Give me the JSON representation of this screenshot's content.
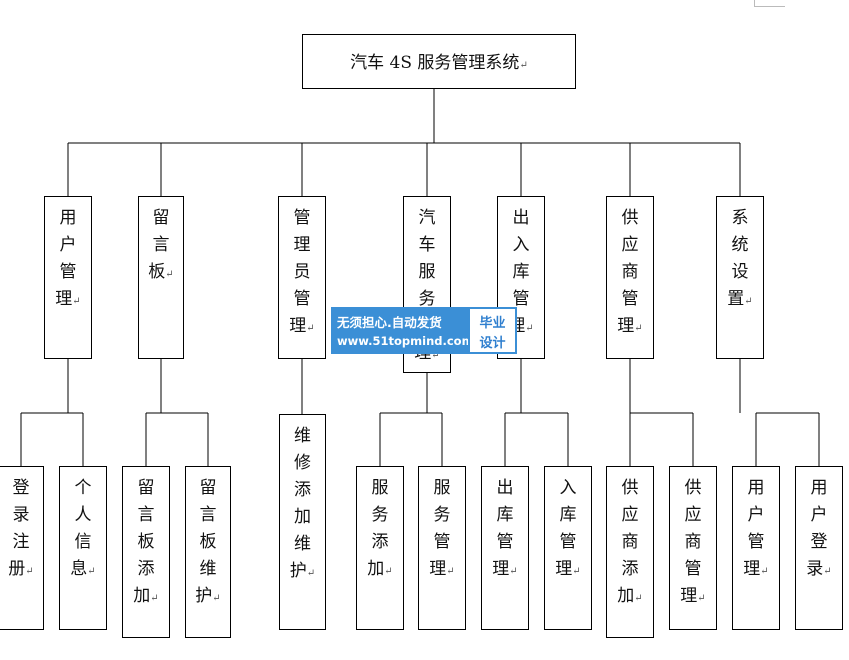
{
  "diagram": {
    "title": "汽车 4S 服务管理系统",
    "return_mark": "↵",
    "modules": [
      {
        "id": "m1",
        "label": "用户管理"
      },
      {
        "id": "m2",
        "label": "留言板"
      },
      {
        "id": "m3",
        "label": "管理员管理"
      },
      {
        "id": "m4",
        "label": "汽车服务管理"
      },
      {
        "id": "m5",
        "label": "出入库管理"
      },
      {
        "id": "m6",
        "label": "供应商管理"
      },
      {
        "id": "m7",
        "label": "系统设置"
      }
    ],
    "functions": [
      {
        "id": "f1",
        "parent": "m1",
        "label": "登录注册"
      },
      {
        "id": "f2",
        "parent": "m1",
        "label": "个人信息"
      },
      {
        "id": "f3",
        "parent": "m2",
        "label": "留言板添加"
      },
      {
        "id": "f4",
        "parent": "m2",
        "label": "留言板维护"
      },
      {
        "id": "f5",
        "parent": "m3",
        "label": "维修添加维护"
      },
      {
        "id": "f6",
        "parent": "m4",
        "label": "服务添加"
      },
      {
        "id": "f7",
        "parent": "m4",
        "label": "服务管理"
      },
      {
        "id": "f8",
        "parent": "m5",
        "label": "出库管理"
      },
      {
        "id": "f9",
        "parent": "m5",
        "label": "入库管理"
      },
      {
        "id": "f10",
        "parent": "m6",
        "label": "供应商添加"
      },
      {
        "id": "f11",
        "parent": "m6",
        "label": "供应商管理"
      },
      {
        "id": "f12",
        "parent": "m7",
        "label": "用户管理"
      },
      {
        "id": "f13",
        "parent": "m7",
        "label": "用户登录"
      }
    ]
  },
  "watermark": {
    "line1": "无须担心.自动发货",
    "line2": "www.51topmind.com",
    "badge_top": "毕业",
    "badge_bottom": "设计"
  }
}
